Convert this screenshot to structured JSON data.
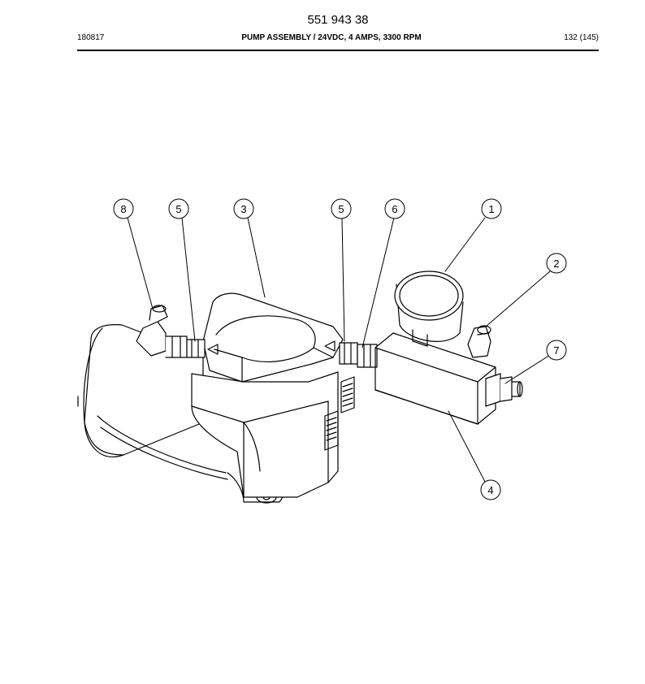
{
  "header": {
    "doc_number": "551 943 38",
    "date_code": "180817",
    "title": "PUMP ASSEMBLY / 24VDC, 4 AMPS, 3300 RPM",
    "page": "132 (145)"
  },
  "callouts": [
    {
      "id": "callout-8a",
      "label": "8"
    },
    {
      "id": "callout-5a",
      "label": "5"
    },
    {
      "id": "callout-3",
      "label": "3"
    },
    {
      "id": "callout-5b",
      "label": "5"
    },
    {
      "id": "callout-6",
      "label": "6"
    },
    {
      "id": "callout-1",
      "label": "1"
    },
    {
      "id": "callout-2",
      "label": "2"
    },
    {
      "id": "callout-7",
      "label": "7"
    },
    {
      "id": "callout-4",
      "label": "4"
    }
  ]
}
